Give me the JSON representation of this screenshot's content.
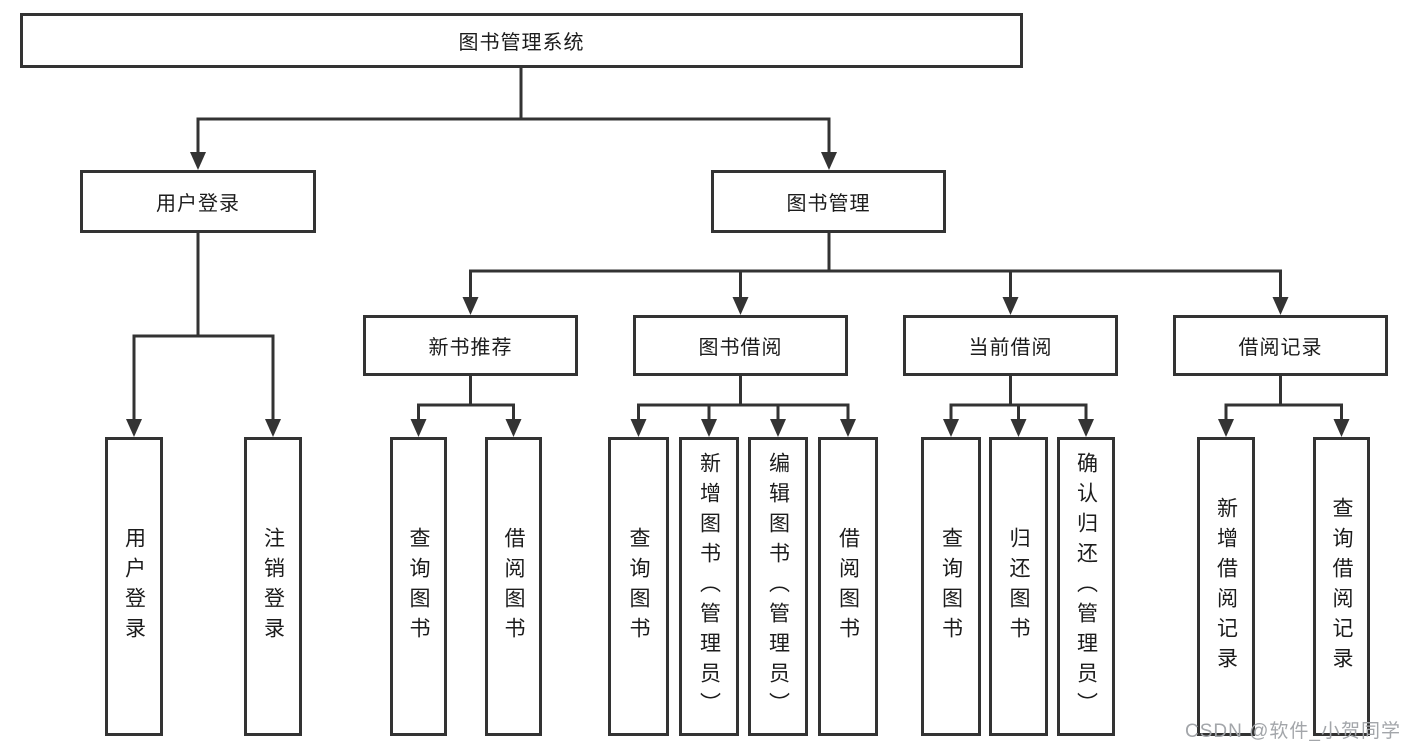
{
  "diagram": {
    "title": "图书管理系统",
    "nodes": {
      "root": "图书管理系统",
      "user_login": "用户登录",
      "book_mgmt": "图书管理",
      "new_books": "新书推荐",
      "book_borrow": "图书借阅",
      "current_borrow": "当前借阅",
      "borrow_records": "借阅记录"
    },
    "leaves": {
      "user_login": [
        "用户登录",
        "注销登录"
      ],
      "new_books": [
        "查询图书",
        "借阅图书"
      ],
      "book_borrow": [
        "查询图书",
        "新增图书（管理员）",
        "编辑图书（管理员）",
        "借阅图书"
      ],
      "current_borrow": [
        "查询图书",
        "归还图书",
        "确认归还（管理员）"
      ],
      "borrow_records": [
        "新增借阅记录",
        "查询借阅记录"
      ]
    },
    "watermark": "CSDN @软件_小贺同学",
    "colors": {
      "line": "#333333",
      "text": "#1c1c1c",
      "watermark": "#a3a6aa",
      "background": "#ffffff"
    }
  }
}
